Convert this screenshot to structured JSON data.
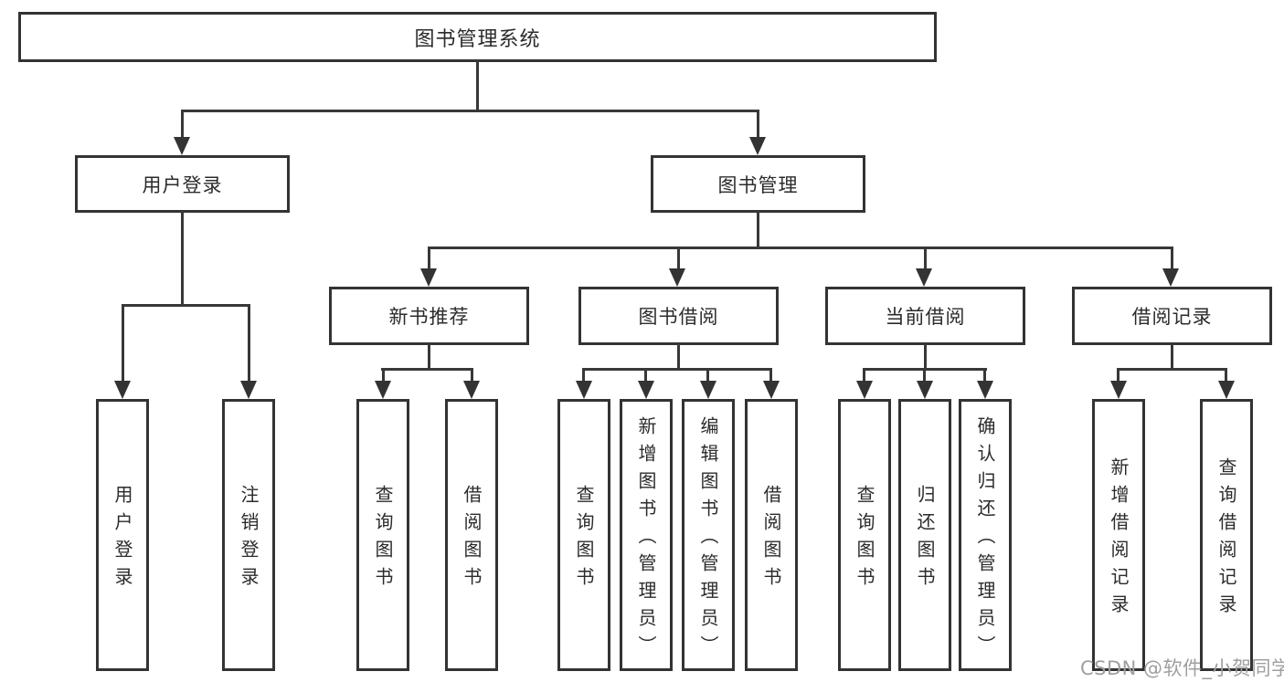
{
  "diagram": {
    "nodes": {
      "root": "图书管理系统",
      "user_login": "用户登录",
      "book_mgmt": "图书管理",
      "new_books": "新书推荐",
      "book_borrow": "图书借阅",
      "current_borrow": "当前借阅",
      "borrow_records": "借阅记录"
    },
    "leaves": {
      "user_login": [
        "用户登录",
        "注销登录"
      ],
      "new_books": [
        "查询图书",
        "借阅图书"
      ],
      "book_borrow": [
        "查询图书",
        "新增图书（管理员）",
        "编辑图书（管理员）",
        "借阅图书"
      ],
      "current_borrow": [
        "查询图书",
        "归还图书",
        "确认归还（管理员）"
      ],
      "borrow_records": [
        "新增借阅记录",
        "查询借阅记录"
      ]
    },
    "colors": {
      "line": "#383838",
      "border": "#333333",
      "text": "#2b2b2b",
      "watermark": "#9f9f9f"
    }
  },
  "watermark": "CSDN @软件_小贺同学"
}
